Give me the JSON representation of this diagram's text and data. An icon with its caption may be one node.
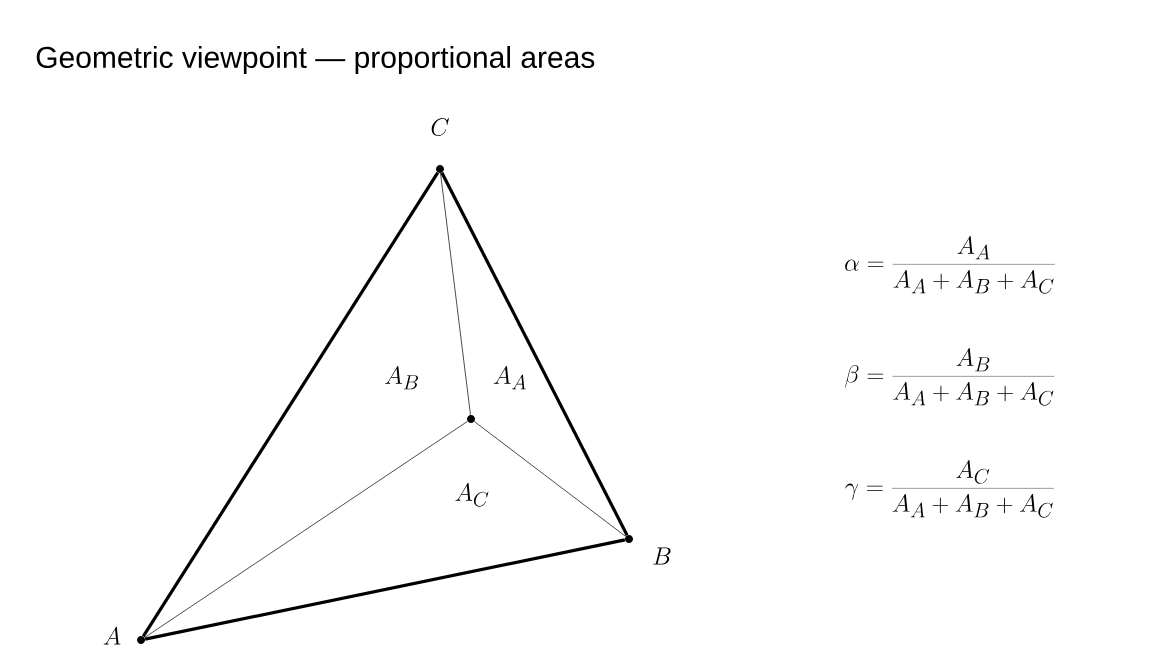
{
  "diagram": {
    "title": "Geometric viewpoint — proportional areas",
    "nodes": [
      {
        "text": [],
        "shape": "circle",
        "beside": [
          "C"
        ]
      },
      {
        "text": [],
        "shape": "circle"
      },
      {
        "text": [],
        "shape": "circle",
        "beside": [
          "B"
        ]
      },
      {
        "text": [],
        "shape": "circle",
        "beside": [
          "A"
        ]
      }
    ],
    "edges": [
      {
        "from": 3,
        "to": 0,
        "arrow": "none",
        "style": "thick"
      },
      {
        "from": 0,
        "to": 2,
        "arrow": "none",
        "style": "thick"
      },
      {
        "from": 2,
        "to": 3,
        "arrow": "none",
        "style": "thick"
      },
      {
        "from": 1,
        "to": 0,
        "arrow": "none"
      },
      {
        "from": 1,
        "to": 2,
        "arrow": "none"
      },
      {
        "from": 1,
        "to": 3,
        "arrow": "none"
      }
    ],
    "labels": [
      "A_B",
      "A_A",
      "A_C",
      "\\alpha = \\frac{A_A}{A_A + A_B + A_C}",
      "\\beta = \\frac{A_B}{A_A + A_B + A_C}",
      "\\gamma = \\frac{A_C}{A_A + A_B + A_C}"
    ]
  }
}
